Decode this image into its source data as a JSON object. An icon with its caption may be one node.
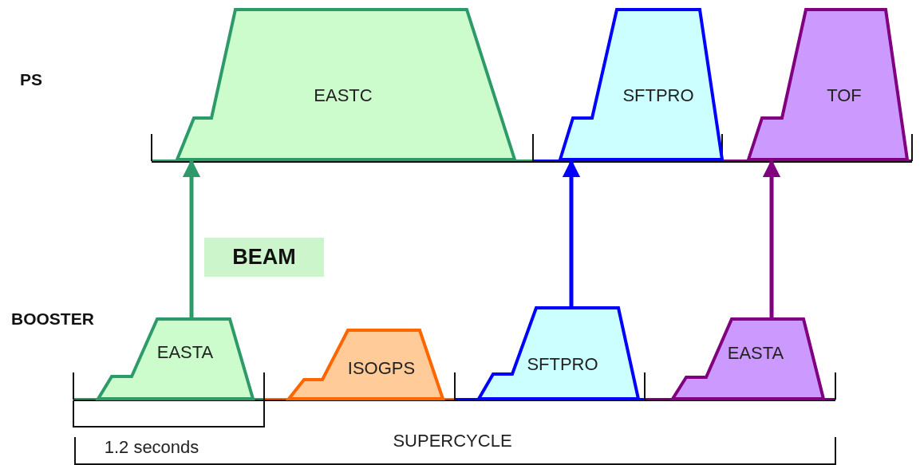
{
  "diagram": {
    "nodes": [
      {
        "text": [
          "EASTC"
        ]
      },
      {
        "text": [
          "SFTPRO"
        ]
      },
      {
        "text": [
          "TOF"
        ]
      },
      {
        "text": [
          "BEAM"
        ]
      },
      {
        "text": [
          "EASTA"
        ]
      },
      {
        "text": [
          "ISOGPS"
        ]
      },
      {
        "text": [
          "SFTPRO"
        ]
      },
      {
        "text": [
          "EASTA"
        ]
      }
    ],
    "edges": [
      {
        "from": 4,
        "to": 0,
        "arrow": "to",
        "color": "#2e9a6a"
      },
      {
        "from": 6,
        "to": 1,
        "arrow": "to",
        "color": "#0000ff"
      },
      {
        "from": 7,
        "to": 2,
        "arrow": "to",
        "color": "#800080"
      }
    ],
    "labels": [
      "PS",
      "BOOSTER",
      "1.2 seconds",
      "SUPERCYCLE"
    ]
  }
}
